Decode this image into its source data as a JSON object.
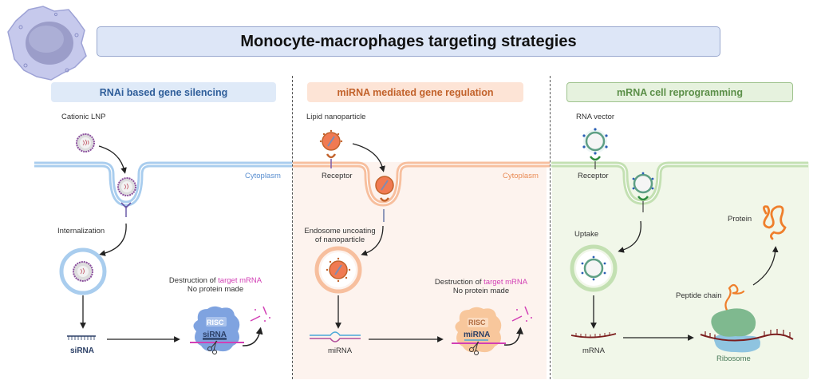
{
  "title": "Monocyte-macrophages targeting strategies",
  "icon": "macrophage-cell-icon",
  "colors": {
    "title_bg": "#dde6f7",
    "panel1_accent": "#2f5e9a",
    "panel2_accent": "#c2622b",
    "panel3_accent": "#5b8f48",
    "target_mrna": "#d23fb5"
  },
  "panels": [
    {
      "header": "RNAi based gene silencing",
      "carrier_label": "Cationic LNP",
      "cytoplasm_label": "Cytoplasm",
      "step_label": "Internalization",
      "rna_label": "siRNA",
      "outcome_line1_prefix": "Destruction of ",
      "outcome_line1_highlight": "target mRNA",
      "outcome_line2": "No protein made",
      "complex_label": "RISC",
      "complex_rna_label": "siRNA"
    },
    {
      "header": "miRNA mediated gene regulation",
      "carrier_label": "Lipid nanoparticle",
      "receptor_label": "Receptor",
      "cytoplasm_label": "Cytoplasm",
      "step_label_line1": "Endosome uncoating",
      "step_label_line2": "of nanoparticle",
      "rna_label": "miRNA",
      "outcome_line1_prefix": "Destruction of ",
      "outcome_line1_highlight": "target mRNA",
      "outcome_line2": "No protein made",
      "complex_label": "RISC",
      "complex_rna_label": "miRNA"
    },
    {
      "header": "mRNA cell reprogramming",
      "carrier_label": "RNA vector",
      "receptor_label": "Receptor",
      "step_label": "Uptake",
      "rna_label": "mRNA",
      "peptide_label": "Peptide chain",
      "ribosome_label": "Ribosome",
      "protein_label": "Protein"
    }
  ]
}
